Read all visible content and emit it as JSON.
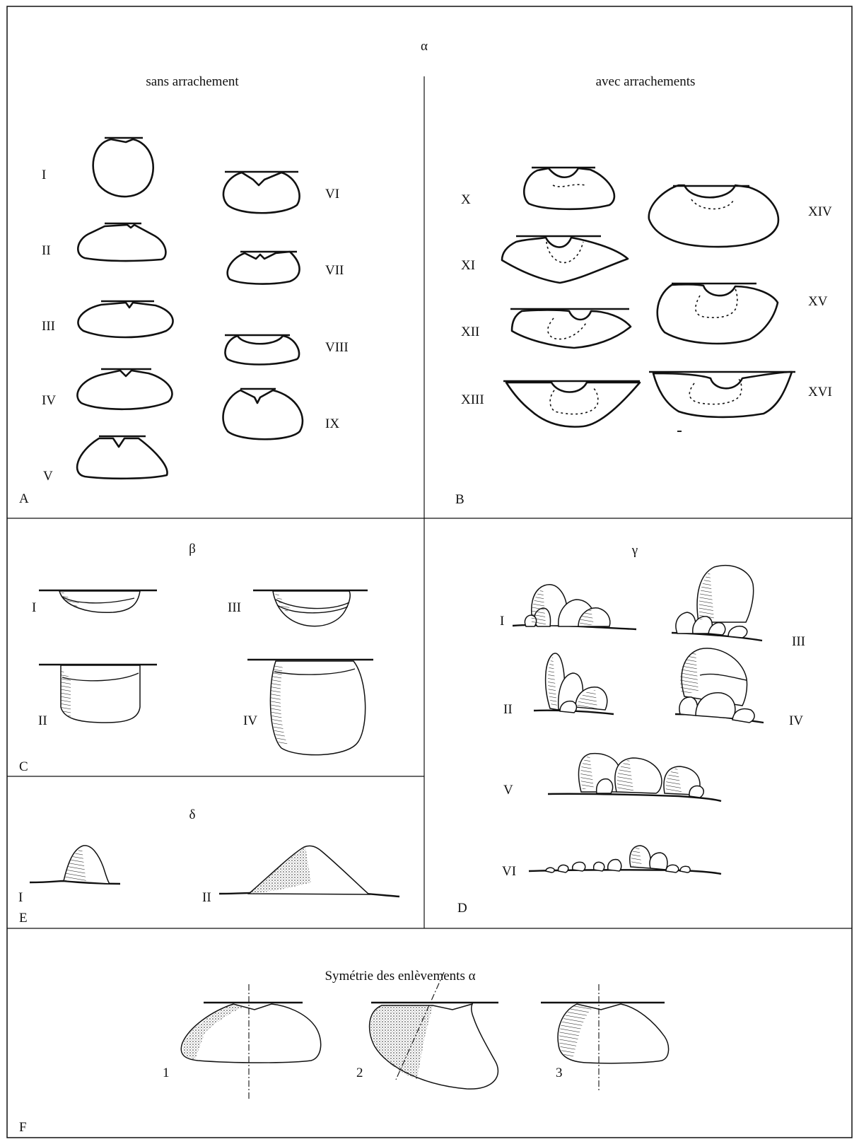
{
  "top": {
    "symbol": "α",
    "left_title": "sans arrachement",
    "right_title": "avec arrachements"
  },
  "panel_a": {
    "letter": "A",
    "labels": [
      "I",
      "II",
      "III",
      "IV",
      "V",
      "VI",
      "VII",
      "VIII",
      "IX"
    ]
  },
  "panel_b": {
    "letter": "B",
    "labels": [
      "X",
      "XI",
      "XII",
      "XIII",
      "XIV",
      "XV",
      "XVI"
    ]
  },
  "panel_c": {
    "letter": "C",
    "symbol": "β",
    "labels": [
      "I",
      "III",
      "II",
      "IV"
    ]
  },
  "panel_d": {
    "letter": "D",
    "symbol": "γ",
    "labels": [
      "I",
      "III",
      "II",
      "IV",
      "V",
      "VI"
    ]
  },
  "panel_e": {
    "letter": "E",
    "symbol": "δ",
    "labels": [
      "I",
      "II"
    ]
  },
  "panel_f": {
    "letter": "F",
    "title": "Symétrie des enlèvements α",
    "labels": [
      "1",
      "2",
      "3"
    ]
  }
}
